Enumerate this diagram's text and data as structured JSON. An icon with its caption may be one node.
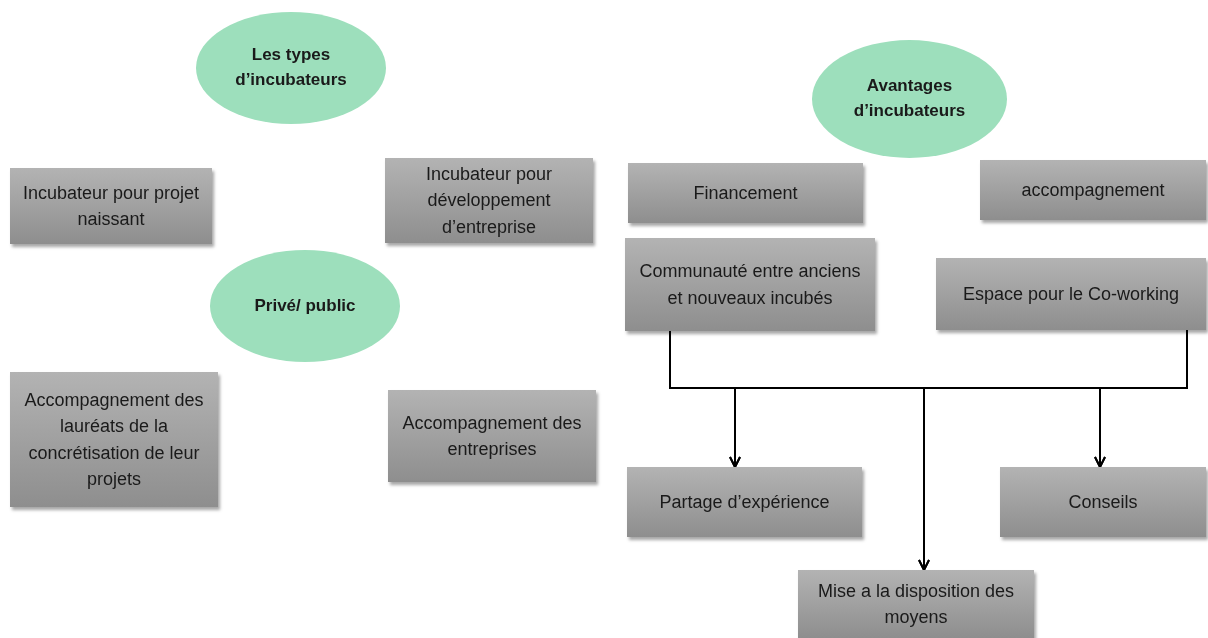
{
  "diagram": {
    "nodes": [
      {
        "text": [
          "Les types d’incubateurs"
        ]
      },
      {
        "text": [
          "Incubateur pour projet naissant"
        ]
      },
      {
        "text": [
          "Incubateur pour développement d’entreprise"
        ]
      },
      {
        "text": [
          "Privé/ public"
        ]
      },
      {
        "text": [
          "Accompagnement des lauréats de la concrétisation de leur projets"
        ]
      },
      {
        "text": [
          "Accompagnement des entreprises"
        ]
      },
      {
        "text": [
          "Avantages d’incubateurs"
        ]
      },
      {
        "text": [
          "Financement"
        ]
      },
      {
        "text": [
          "accompagnement"
        ]
      },
      {
        "text": [
          "Communauté entre anciens et nouveaux incubés"
        ]
      },
      {
        "text": [
          "Espace pour le Co-working"
        ]
      },
      {
        "text": [
          "Partage d’expérience"
        ]
      },
      {
        "text": [
          "Conseils"
        ]
      },
      {
        "text": [
          "Mise a la disposition des moyens"
        ]
      }
    ],
    "edges": [
      {
        "from": 9,
        "to": 11,
        "arrow": "to"
      },
      {
        "from": 9,
        "to": 13,
        "arrow": "to"
      },
      {
        "from": 9,
        "to": 12,
        "arrow": "to"
      },
      {
        "from": 10,
        "to": 11,
        "arrow": "to"
      },
      {
        "from": 10,
        "to": 13,
        "arrow": "to"
      },
      {
        "from": 10,
        "to": 12,
        "arrow": "to"
      }
    ]
  }
}
